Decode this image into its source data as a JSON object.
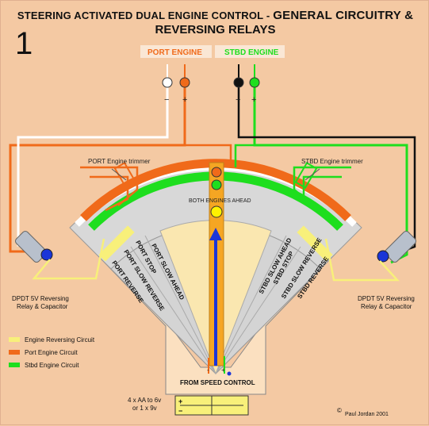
{
  "title": {
    "line1_prefix": "STEERING ACTIVATED DUAL ENGINE CONTROL -",
    "line1_suffix": "GENERAL CIRCUITRY &",
    "line2": "REVERSING RELAYS"
  },
  "page_number": "1",
  "engines": {
    "port": "PORT ENGINE",
    "stbd": "STBD ENGINE"
  },
  "terminals": {
    "minus": "−",
    "plus": "+"
  },
  "trimmers": {
    "port": "PORT Engine trimmer",
    "stbd": "STBD Engine trimmer"
  },
  "center": {
    "both_ahead": "BOTH ENGINES AHEAD",
    "from_speed_control": "FROM SPEED CONTROL",
    "minus": "-",
    "plus": "+"
  },
  "port_zones": [
    "PORT SLOW AHEAD",
    "PORT STOP",
    "PORT SLOW REVERSE",
    "PORT REVERSE"
  ],
  "stbd_zones": [
    "STBD SLOW AHEAD",
    "STBD STOP",
    "STBD SLOW REVERSE",
    "STBD REVERSE"
  ],
  "relay_left": {
    "line1": "DPDT  5V Reversing",
    "line2": "Relay & Capacitor"
  },
  "relay_right": {
    "line1": "DPDT 5V Reversing",
    "line2": "Relay & Capacitor"
  },
  "legend": {
    "items": [
      {
        "label": "Engine Reversing Circuit",
        "color": "#f8f07a"
      },
      {
        "label": "Port Engine Circuit",
        "color": "#f06a1a"
      },
      {
        "label": "Stbd Engine Circuit",
        "color": "#1ede1e"
      }
    ]
  },
  "battery": {
    "line1": "4 x AA  to 6v",
    "line2": "or  1 x 9v",
    "plus": "+",
    "minus": "−"
  },
  "copyright": "Paul Jordan 2001",
  "copyright_symbol": "©",
  "colors": {
    "background": "#f4c9a3",
    "port": "#f06a1a",
    "stbd": "#1ede1e",
    "reversing": "#f8f07a",
    "arrow": "#1a35d8"
  }
}
